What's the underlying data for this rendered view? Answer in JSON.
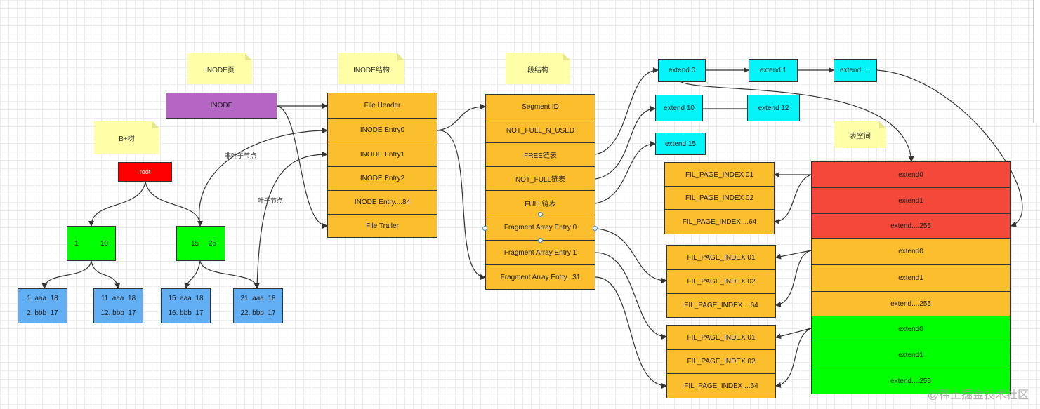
{
  "notes": {
    "inode_page": "INODE页",
    "inode_struct": "INODE结构",
    "segment_struct": "段结构",
    "bplus_tree": "B+树",
    "tablespace": "表空间"
  },
  "inode_box": "INODE",
  "inode_entries": [
    "File Header",
    "INODE Entry0",
    "INODE Entry1",
    "INODE Entry2",
    "INODE Entry....84",
    "File Trailer"
  ],
  "segment_fields": [
    "Segment ID",
    "NOT_FULL_N_USED",
    "FREE链表",
    "NOT_FULL链表",
    "FULL链表",
    "Fragment Array Entry 0",
    "Fragment Array Entry 1",
    "Fragment Array Entry...31"
  ],
  "extends": {
    "row1": [
      "extend 0",
      "extend 1",
      "extend ...."
    ],
    "row2": [
      "extend 10",
      "extend 12"
    ],
    "row3": [
      "extend 15"
    ]
  },
  "page_groups": [
    [
      "FIL_PAGE_INDEX 01",
      "FIL_PAGE_INDEX 02",
      "FIL_PAGE_INDEX ...64"
    ],
    [
      "FIL_PAGE_INDEX 01",
      "FIL_PAGE_INDEX 02",
      "FIL_PAGE_INDEX ...64"
    ],
    [
      "FIL_PAGE_INDEX 01",
      "FIL_PAGE_INDEX 02",
      "FIL_PAGE_INDEX ...64"
    ]
  ],
  "tablespace_rows": [
    "extend0",
    "extend1",
    "extend....255",
    "extend0",
    "extend1",
    "extend....255",
    "extend0",
    "extend1",
    "extend....255"
  ],
  "tree": {
    "root": "root",
    "left_node": [
      "1",
      "10"
    ],
    "right_node": [
      "15",
      "25"
    ],
    "leaves": [
      [
        "1  aaa  18",
        "2. bbb  17"
      ],
      [
        "11  aaa  18",
        "12. bbb  17"
      ],
      [
        "15  aaa  18",
        "16. bbb  17"
      ],
      [
        "21  aaa  18",
        "22. bbb  17"
      ]
    ]
  },
  "edge_labels": {
    "non_leaf": "非叶子节点",
    "leaf": "叶子节点"
  },
  "watermark": "@稀土掘金技术社区",
  "colors": {
    "orange": "#fbbf2e",
    "cyan": "#05f4f7",
    "purple": "#b565c4",
    "green": "#00ff00",
    "red": "#ff0000",
    "blue": "#62aef3",
    "tablespace_red": "#f4483a",
    "note": "#ffffa8"
  }
}
